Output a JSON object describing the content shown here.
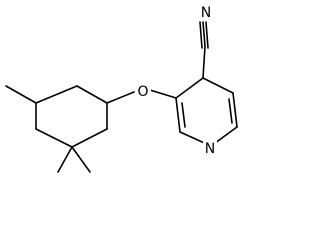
{
  "structure": {
    "atoms": {
      "nitrile_n": "N",
      "ether_o": "O",
      "pyridine_n": "N"
    }
  }
}
